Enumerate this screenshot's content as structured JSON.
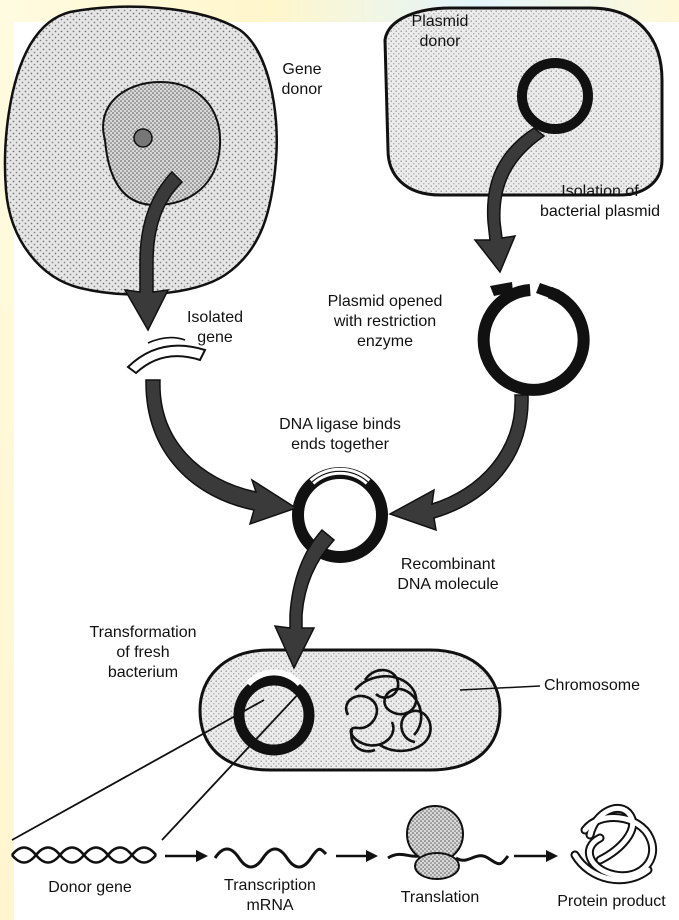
{
  "labels": {
    "gene_donor": [
      "Gene",
      "donor"
    ],
    "plasmid_donor": [
      "Plasmid",
      "donor"
    ],
    "isolation_plasmid": [
      "Isolation of",
      "bacterial plasmid"
    ],
    "plasmid_opened": [
      "Plasmid opened",
      "with restriction",
      "enzyme"
    ],
    "isolated_gene": [
      "Isolated",
      "gene"
    ],
    "dna_ligase": [
      "DNA ligase binds",
      "ends together"
    ],
    "recombinant": [
      "Recombinant",
      "DNA molecule"
    ],
    "transformation": [
      "Transformation",
      "of fresh",
      "bacterium"
    ],
    "chromosome": "Chromosome",
    "donor_gene": "Donor gene",
    "transcription": [
      "Transcription",
      "mRNA"
    ],
    "translation": "Translation",
    "protein_product": "Protein product"
  },
  "colors": {
    "ink": "#111111",
    "stipple": "#cfcfcf",
    "stipple_dark": "#a9a9a9",
    "arrow": "#333333",
    "bg_tint": "#fff9d6",
    "bg_tint_blue": "#dff4fb"
  }
}
